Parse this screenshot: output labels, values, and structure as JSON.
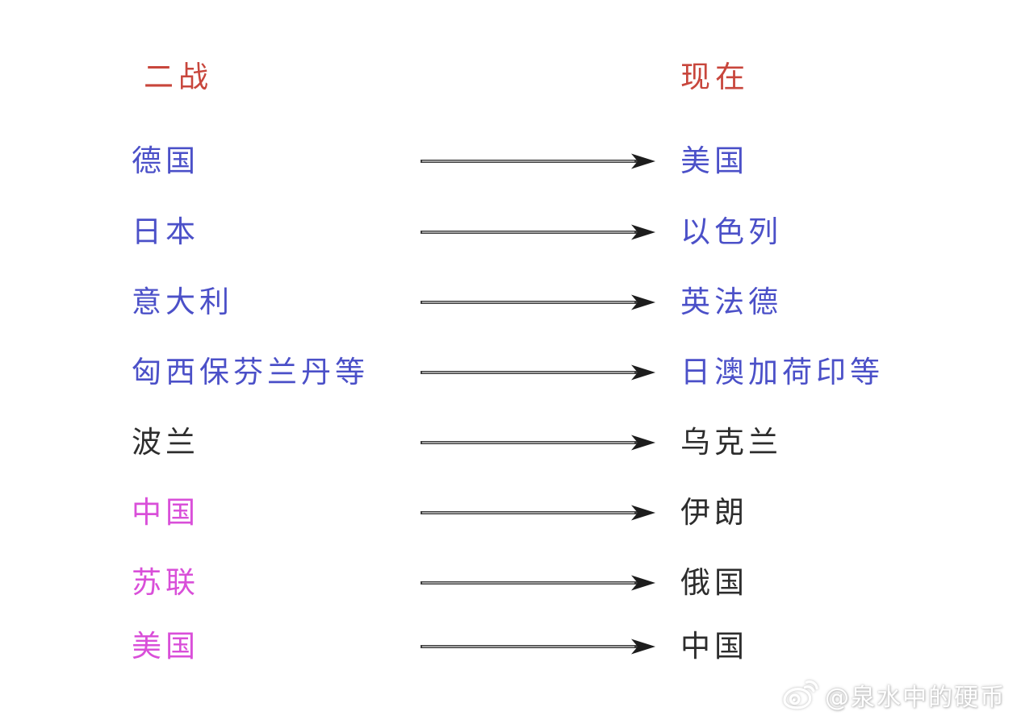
{
  "page": {
    "background": "#ffffff",
    "description": "Diagram mapping WWII-era countries to present-day counterparts with arrows"
  },
  "columns": {
    "left_header": "二战",
    "right_header": "现在",
    "header_color": "#c8463c"
  },
  "colors": {
    "header_red": "#c8463c",
    "axis_blue": "#4b50c8",
    "emphasis_magenta": "#d94fd9",
    "plain_black": "#2d2d2d",
    "arrow_line": "#3d3d3d",
    "arrow_head": "#1d1d1d"
  },
  "rows": [
    {
      "left": "德国",
      "right": "美国",
      "left_color": "#4b50c8",
      "right_color": "#4b50c8"
    },
    {
      "left": "日本",
      "right": "以色列",
      "left_color": "#4b50c8",
      "right_color": "#4b50c8"
    },
    {
      "left": "意大利",
      "right": "英法德",
      "left_color": "#4b50c8",
      "right_color": "#4b50c8"
    },
    {
      "left": "匈西保芬兰丹等",
      "right": "日澳加荷印等",
      "left_color": "#4b50c8",
      "right_color": "#4b50c8"
    },
    {
      "left": "波兰",
      "right": "乌克兰",
      "left_color": "#2d2d2d",
      "right_color": "#2d2d2d"
    },
    {
      "left": "中国",
      "right": "伊朗",
      "left_color": "#d94fd9",
      "right_color": "#2d2d2d"
    },
    {
      "left": "苏联",
      "right": "俄国",
      "left_color": "#d94fd9",
      "right_color": "#2d2d2d"
    },
    {
      "left": "美国",
      "right": "中国",
      "left_color": "#d94fd9",
      "right_color": "#2d2d2d"
    }
  ],
  "watermark": {
    "icon": "weibo-icon",
    "text": "@泉水中的硬币"
  }
}
